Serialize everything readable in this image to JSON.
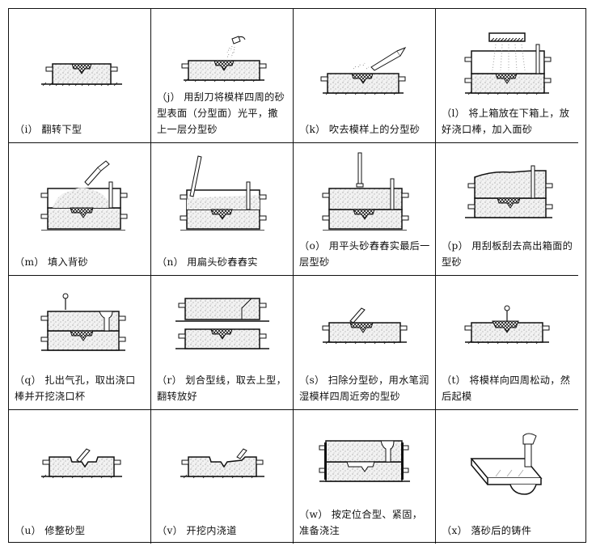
{
  "captions": [
    "（i） 翻转下型",
    "（j） 用刮刀将模样四周的砂型表面（分型面）光平，撒上一层分型砂",
    "（k） 吹去模样上的分型砂",
    "（l） 将上箱放在下箱上，放好浇口棒，加入面砂",
    "（m） 填入背砂",
    "（n） 用扁头砂舂舂实",
    "（o） 用平头砂舂舂实最后一层型砂",
    "（p） 用刮板刮去高出箱面的型砂",
    "（q） 扎出气孔，取出浇口棒并开挖浇口杯",
    "（r） 划合型线，取去上型，翻转放好",
    "（s） 扫除分型砂，用水笔润湿模样四周近旁的型砂",
    "（t） 将模样向四周松动，然后起模",
    "（u） 修整砂型",
    "（v） 开挖内浇道",
    "（w） 按定位合型、紧固，准备浇注",
    "（x） 落砂后的铸件"
  ]
}
